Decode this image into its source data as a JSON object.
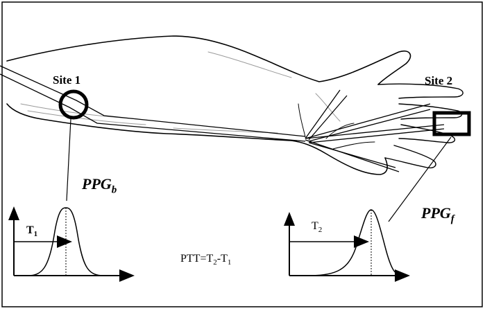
{
  "figure": {
    "site1_label": "Site 1",
    "site2_label": "Site 2",
    "ppg_b": {
      "base": "PPG",
      "sub": "b"
    },
    "ppg_f": {
      "base": "PPG",
      "sub": "f"
    },
    "t1": {
      "base": "T",
      "sub": "1"
    },
    "t2": {
      "base": "T",
      "sub": "2"
    },
    "ptt": {
      "prefix": "PTT=T",
      "sub1": "2",
      "mid": "-T",
      "sub2": "1"
    },
    "colors": {
      "line": "#000000",
      "skin_shadow": "#9a9a9a",
      "background": "#ffffff"
    }
  }
}
